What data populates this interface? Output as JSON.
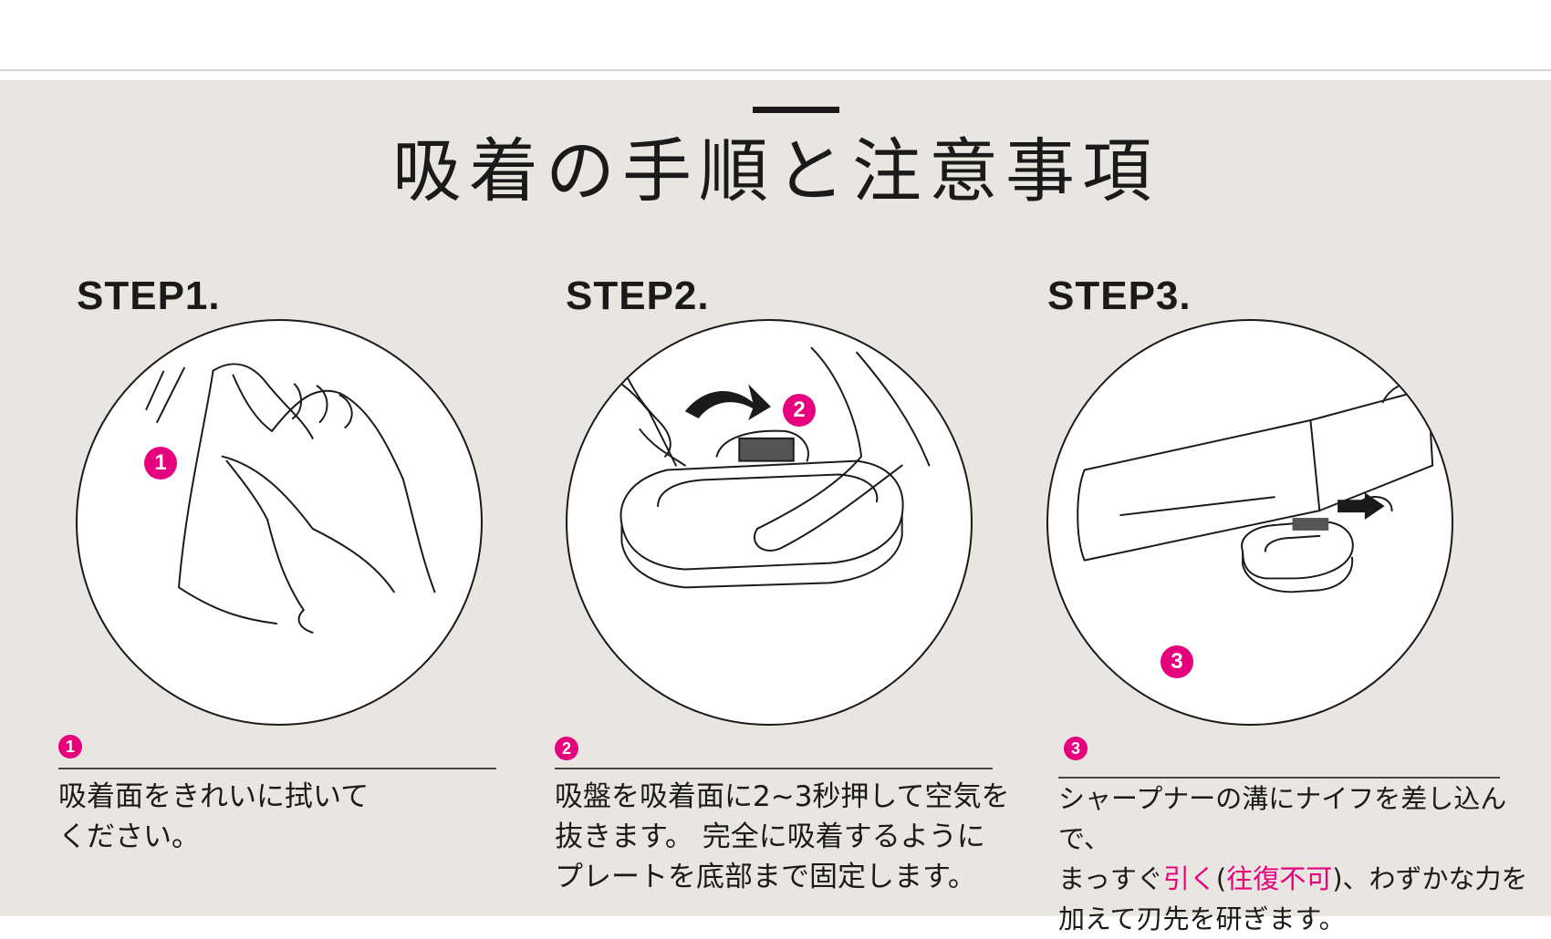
{
  "header": {
    "title": "吸着の手順と注意事項"
  },
  "steps": [
    {
      "label": "STEP1.",
      "badge": "1",
      "line1": "吸着面をきれいに拭いて",
      "line2": "ください。"
    },
    {
      "label": "STEP2.",
      "badge": "2",
      "line1": "吸盤を吸着面に2~3秒押して空気を",
      "line2": "抜きます。 完全に吸着するように",
      "line3": "プレートを底部まで固定します。"
    },
    {
      "label": "STEP3.",
      "badge": "3",
      "line1": "シャープナーの溝にナイフを差し込んで、",
      "line2_a": "まっすぐ",
      "line2_b": "引く",
      "line2_c": "(",
      "line2_d": "往復不可",
      "line2_e": ")、わずかな力を",
      "line3": "加えて刃先を研ぎます。"
    }
  ],
  "colors": {
    "accent": "#e6007e",
    "panel": "#e9e6e2",
    "ink": "#1a1a1a"
  }
}
